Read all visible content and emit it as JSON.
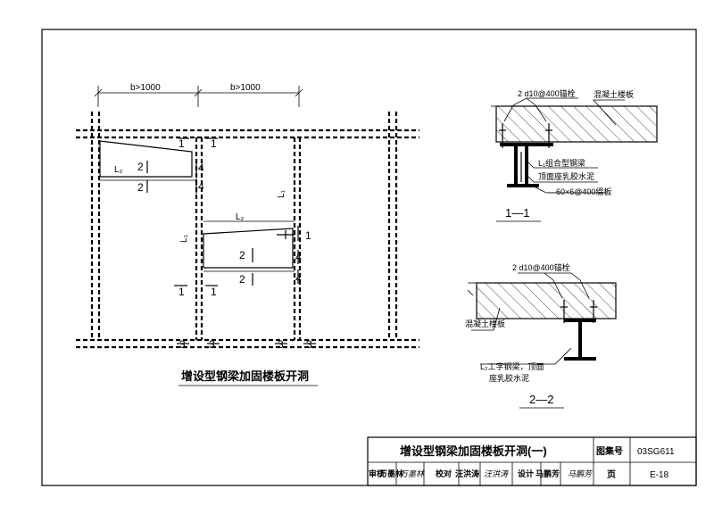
{
  "plan": {
    "caption": "增设型钢梁加固楼板开洞",
    "dim_left": "b>1000",
    "dim_right": "b>1000",
    "label_L2_left": "L₂",
    "label_L2_right": "L₂",
    "label_L1_a": "L₁",
    "label_L1_b": "L₁",
    "section_1": "1",
    "section_2": "2",
    "section_3": "3",
    "section_4": "4"
  },
  "section_1_1": {
    "title": "1—1",
    "bolt_note": "2 d10@400锚栓",
    "slab_note": "混凝土楼板",
    "beam_note": "L₁组合型钢梁",
    "glue_note": "顶面座乳胶水泥",
    "plate_note": "—60×6@400缀板"
  },
  "section_2_2": {
    "title": "2—2",
    "bolt_note": "2 d10@400锚栓",
    "slab_note": "混凝土楼板",
    "beam_note_1": "L₂工字钢梁，顶面",
    "beam_note_2": "座乳胶水泥"
  },
  "title_block": {
    "title": "增设型钢梁加固楼板开洞(一)",
    "atlas_label": "图集号",
    "atlas_no": "03SG611",
    "review_label": "审核",
    "review_name": "万墨林",
    "review_sign": "万墨林",
    "check_label": "校对",
    "check_name": "汪洪涛",
    "check_sign": "汪洪涛",
    "design_label": "设计",
    "design_name": "马鹏芳",
    "design_sign": "马鹏芳",
    "page_label": "页",
    "page_no": "E-18"
  }
}
